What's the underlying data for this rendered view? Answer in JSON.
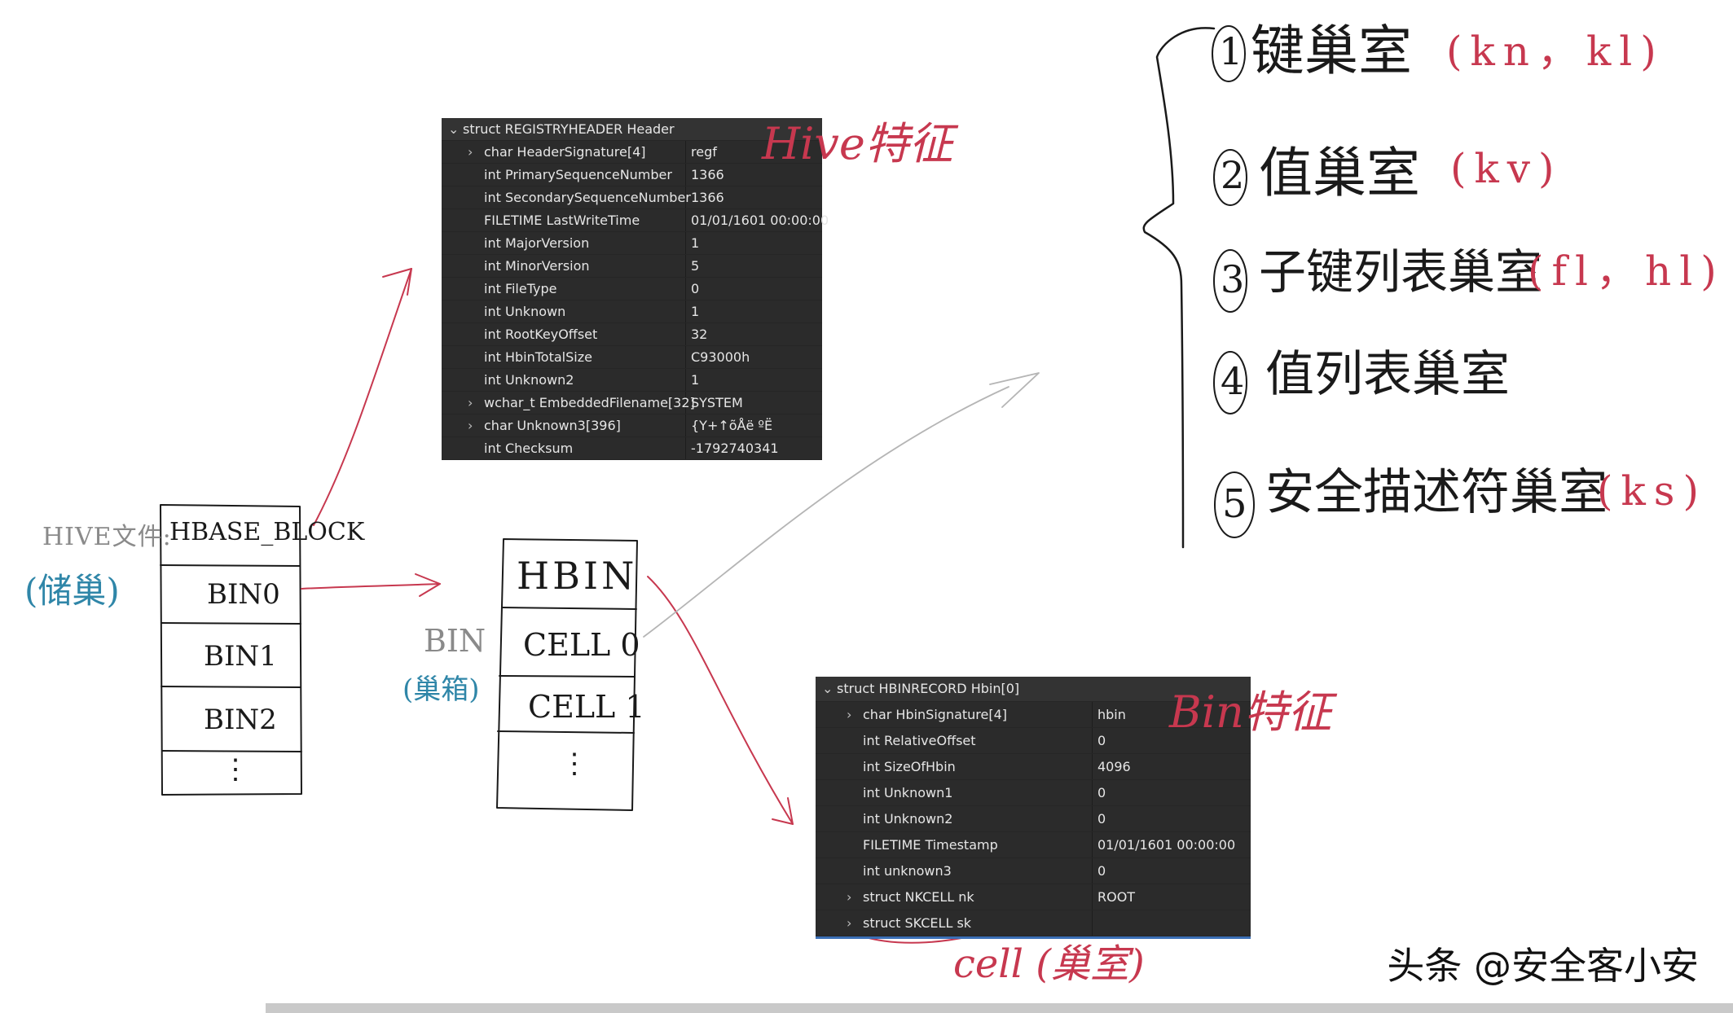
{
  "hive_file_label": "HIVE文件:",
  "hive_file_sub": "(储巢)",
  "bin_label": "BIN",
  "bin_sub": "(巢箱)",
  "hive_blocks": [
    "HBASE_BLOCK",
    "BIN0",
    "BIN1",
    "BIN2",
    "⋮"
  ],
  "bin_blocks": [
    "HBIN",
    "CELL 0",
    "CELL 1",
    "⋮"
  ],
  "hive_feature": "Hive特征",
  "bin_feature": "Bin特征",
  "cell_caption": "cell (巢室)",
  "registry_header": {
    "title": "struct REGISTRYHEADER Header",
    "rows": [
      {
        "name": "char HeaderSignature[4]",
        "value": "regf",
        "expand": true
      },
      {
        "name": "int PrimarySequenceNumber",
        "value": "1366",
        "expand": false
      },
      {
        "name": "int SecondarySequenceNumber",
        "value": "1366",
        "expand": false
      },
      {
        "name": "FILETIME LastWriteTime",
        "value": "01/01/1601 00:00:00",
        "expand": false
      },
      {
        "name": "int MajorVersion",
        "value": "1",
        "expand": false
      },
      {
        "name": "int MinorVersion",
        "value": "5",
        "expand": false
      },
      {
        "name": "int FileType",
        "value": "0",
        "expand": false
      },
      {
        "name": "int Unknown",
        "value": "1",
        "expand": false
      },
      {
        "name": "int RootKeyOffset",
        "value": "32",
        "expand": false
      },
      {
        "name": "int HbinTotalSize",
        "value": "C93000h",
        "expand": false
      },
      {
        "name": "int Unknown2",
        "value": "1",
        "expand": false
      },
      {
        "name": "wchar_t EmbeddedFilename[32]",
        "value": "SYSTEM",
        "expand": true
      },
      {
        "name": "char Unknown3[396]",
        "value": "{Y+↑õÅë ºË",
        "expand": true
      },
      {
        "name": "int Checksum",
        "value": "-1792740341",
        "expand": false
      }
    ]
  },
  "hbin_record": {
    "title": "struct HBINRECORD Hbin[0]",
    "rows": [
      {
        "name": "char HbinSignature[4]",
        "value": "hbin",
        "expand": true
      },
      {
        "name": "int RelativeOffset",
        "value": "0",
        "expand": false
      },
      {
        "name": "int SizeOfHbin",
        "value": "4096",
        "expand": false
      },
      {
        "name": "int Unknown1",
        "value": "0",
        "expand": false
      },
      {
        "name": "int Unknown2",
        "value": "0",
        "expand": false
      },
      {
        "name": "FILETIME Timestamp",
        "value": "01/01/1601 00:00:00",
        "expand": false
      },
      {
        "name": "int unknown3",
        "value": "0",
        "expand": false
      },
      {
        "name": "struct NKCELL nk",
        "value": "ROOT",
        "expand": true
      },
      {
        "name": "struct SKCELL sk",
        "value": "",
        "expand": true
      }
    ]
  },
  "cell_types": [
    {
      "num": "1",
      "text": "键巢室",
      "note": "(kn，kl)"
    },
    {
      "num": "2",
      "text": "值巢室",
      "note": "(kv)"
    },
    {
      "num": "3",
      "text": "子键列表巢室",
      "note": "(fl，hl)"
    },
    {
      "num": "4",
      "text": "值列表巢室",
      "note": ""
    },
    {
      "num": "5",
      "text": "安全描述符巢室",
      "note": "(ks)"
    }
  ],
  "watermark": "头条 @安全客小安",
  "colors": {
    "red_ink": "#c7384f",
    "blue_ink": "#2f86a8",
    "table_bg": "#2b2b2b",
    "table_text": "#e6e6e6"
  }
}
